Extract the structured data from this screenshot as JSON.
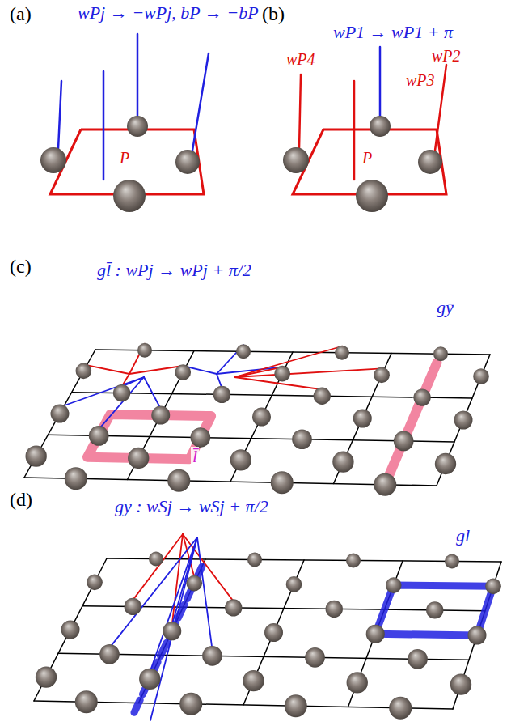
{
  "diagram": {
    "labels": [
      "(a)",
      "wPj → −wPj, bP → −bP",
      "P",
      "(b)",
      "wP1 → wP1 + π",
      "wP4",
      "wP2",
      "wP3",
      "P",
      "(c)",
      "gl̄ : wPj → wPj + π/2",
      "gȳ",
      "l̄",
      "(d)",
      "gy : wSj → wSj + π/2",
      "gl"
    ]
  }
}
